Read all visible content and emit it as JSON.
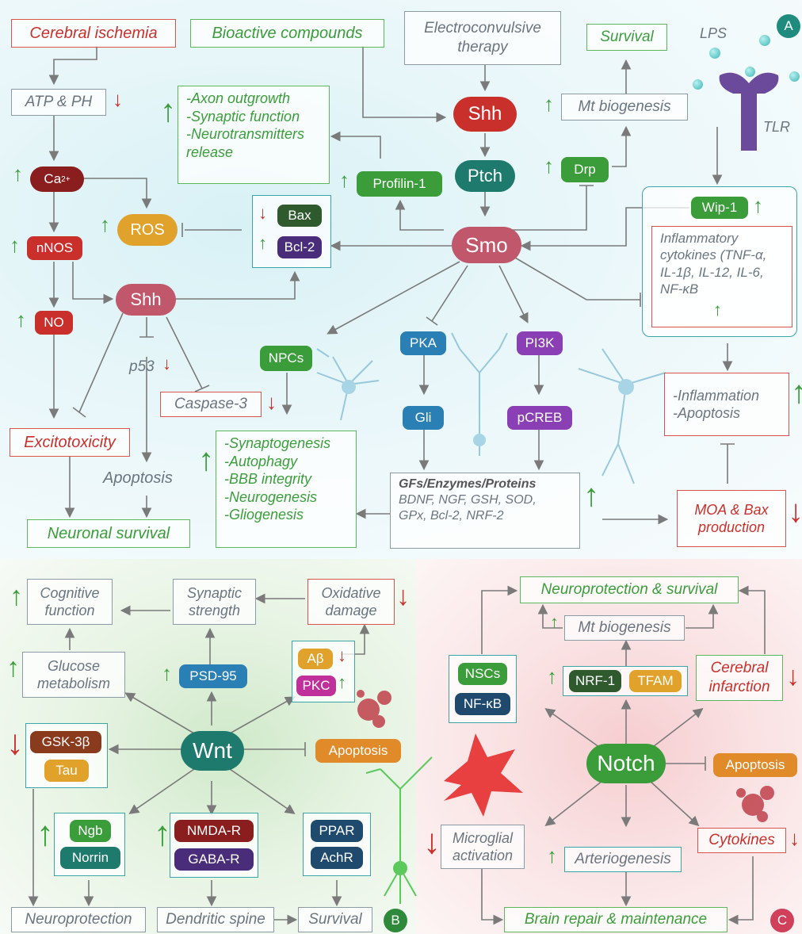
{
  "panelA": {
    "badge": "A",
    "cerebral_ischemia": "Cerebral ischemia",
    "bioactive": "Bioactive compounds",
    "ect": [
      "Electroconvulsive",
      "therapy"
    ],
    "survival": "Survival",
    "lps": "LPS",
    "tlr": "TLR",
    "atp": "ATP & PH",
    "ca": "Ca",
    "ca_sup": "2+",
    "ros": "ROS",
    "nnos": "nNOS",
    "no": "NO",
    "shh_left": "Shh",
    "shh_top": "Shh",
    "ptch": "Ptch",
    "smo": "Smo",
    "profilin": "Profilin-1",
    "drp": "Drp",
    "mt_biogenesis": "Mt biogenesis",
    "axon_list": [
      "-Axon outgrowth",
      "-Synaptic function",
      "-Neurotransmitters",
      "release"
    ],
    "bax": "Bax",
    "bcl2": "Bcl-2",
    "wip1": "Wip-1",
    "inflam_list": [
      "Inflammatory",
      "cytokines (TNF-α,",
      "IL-1β, IL-12, IL-6,",
      "NF-κB"
    ],
    "p53": "p53",
    "caspase3": "Caspase-3",
    "excitotoxicity": "Excitotoxicity",
    "apoptosis": "Apoptosis",
    "neuronal_survival": "Neuronal survival",
    "npcs": "NPCs",
    "pka": "PKA",
    "gli": "Gli",
    "pi3k": "PI3K",
    "pcreb": "pCREB",
    "synapto_list": [
      "-Synaptogenesis",
      "-Autophagy",
      "-BBB integrity",
      "-Neurogenesis",
      "-Gliogenesis"
    ],
    "gf_title": "GFs/Enzymes/Proteins",
    "gf_list": [
      "BDNF, NGF, GSH, SOD,",
      "GPx, Bcl-2, NRF-2"
    ],
    "inflam_apop": [
      "-Inflammation",
      "-Apoptosis"
    ],
    "moa": [
      "MOA & Bax",
      "production"
    ]
  },
  "panelB": {
    "badge": "B",
    "cognitive": [
      "Cognitive",
      "function"
    ],
    "synaptic": [
      "Synaptic",
      "strength"
    ],
    "oxidative": [
      "Oxidative",
      "damage"
    ],
    "glucose": [
      "Glucose",
      "metabolism"
    ],
    "psd95": "PSD-95",
    "abeta": "Aβ",
    "pkc": "PKC",
    "gsk": "GSK-3β",
    "tau": "Tau",
    "wnt": "Wnt",
    "apoptosis": "Apoptosis",
    "ngb": "Ngb",
    "norrin": "Norrin",
    "nmda": "NMDA-R",
    "gaba": "GABA-R",
    "ppar": "PPAR",
    "achr": "AchR",
    "neuroprotection": "Neuroprotection",
    "dendritic": "Dendritic spine",
    "survival": "Survival"
  },
  "panelC": {
    "badge": "C",
    "neuroprotection_survival": "Neuroprotection & survival",
    "mt_biogenesis": "Mt biogenesis",
    "nscs": "NSCs",
    "nfkb": "NF-κB",
    "nrf1": "NRF-1",
    "tfam": "TFAM",
    "cerebral_infarction": [
      "Cerebral",
      "infarction"
    ],
    "notch": "Notch",
    "apoptosis": "Apoptosis",
    "microglial": [
      "Microglial",
      "activation"
    ],
    "arteriogenesis": "Arteriogenesis",
    "cytokines": "Cytokines",
    "brain_repair": "Brain repair & maintenance"
  },
  "colors": {
    "shh": "#c0576a",
    "smo": "#c0576a",
    "ptch": "#1f7a6e",
    "green_pill": "#3a9d3a",
    "red_pill": "#c9302c",
    "orange_pill": "#e08a2a",
    "pka": "#2a7fb5",
    "pi3k": "#8a3fb5",
    "dark_green": "#2e5a2e",
    "purple": "#4a2d7a",
    "wnt": "#1f7a6e",
    "notch": "#3a9d3a"
  }
}
